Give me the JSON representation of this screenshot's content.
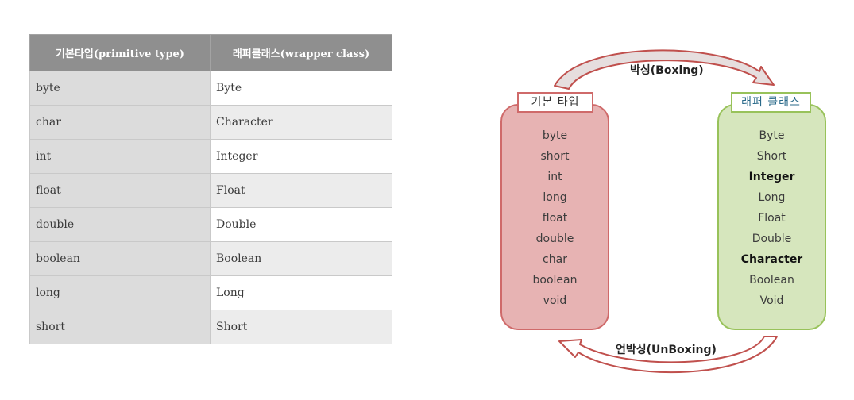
{
  "table": {
    "headers": [
      "기본타입(primitive type)",
      "래퍼클래스(wrapper class)"
    ],
    "rows": [
      [
        "byte",
        "Byte"
      ],
      [
        "char",
        "Character"
      ],
      [
        "int",
        "Integer"
      ],
      [
        "float",
        "Float"
      ],
      [
        "double",
        "Double"
      ],
      [
        "boolean",
        "Boolean"
      ],
      [
        "long",
        "Long"
      ],
      [
        "short",
        "Short"
      ]
    ]
  },
  "diagram": {
    "primitive_title": "기본 타입",
    "wrapper_title": "래퍼 클래스",
    "primitive_types": [
      "byte",
      "short",
      "int",
      "long",
      "float",
      "double",
      "char",
      "boolean",
      "void"
    ],
    "wrapper_types": [
      "Byte",
      "Short",
      "Integer",
      "Long",
      "Float",
      "Double",
      "Character",
      "Boolean",
      "Void"
    ],
    "bold_wrappers": [
      "Integer",
      "Character"
    ],
    "boxing_label": "박싱(Boxing)",
    "unboxing_label": "언박싱(UnBoxing)",
    "colors": {
      "primitive_fill": "#e7b3b3",
      "primitive_border": "#cf6a6a",
      "wrapper_fill": "#d6e6bd",
      "wrapper_border": "#98c25a",
      "arrow_fill": "#e6dede",
      "arrow_stroke": "#c0504d"
    }
  }
}
